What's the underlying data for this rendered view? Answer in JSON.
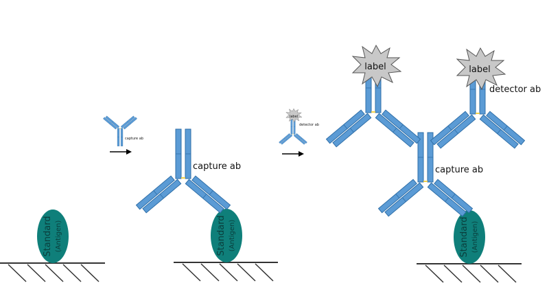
{
  "colors": {
    "antibody": "#5b9bd5",
    "antigen": "#0f7f7a",
    "label": "#c8c8c8"
  },
  "antigen": {
    "line1": "Standard",
    "line2": "(Antigen)"
  },
  "labels": {
    "capture_ab": "capture ab",
    "detector_ab": "detector ab",
    "label": "label"
  },
  "steps": [
    {
      "name": "step-1-antigen"
    },
    {
      "name": "step-2-capture"
    },
    {
      "name": "step-3-detector"
    }
  ]
}
